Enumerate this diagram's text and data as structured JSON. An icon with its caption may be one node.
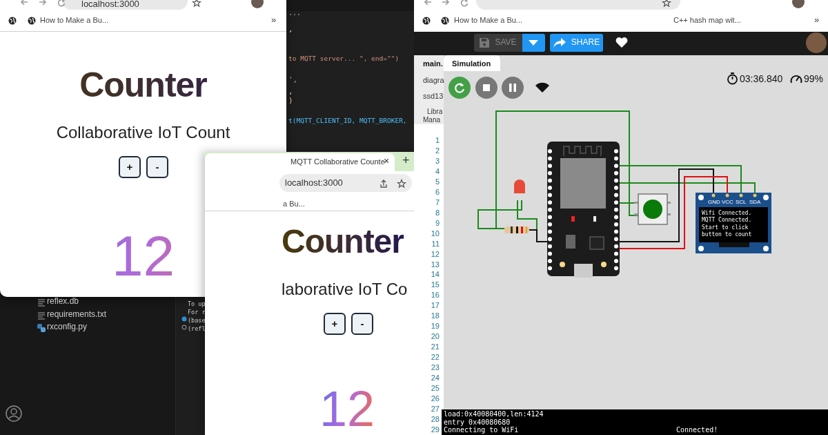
{
  "diagram": {
    "labels": [
      "localhost:3000",
      "How to Make a Bu...",
      "»",
      "Counter",
      "Collaborative IoT Count",
      "+",
      "-",
      "12",
      "...",
      ",",
      "to MQTT server... \", end=\"\")",
      "',",
      ",",
      ")",
      "t(MQTT_CLIENT_ID, MQTT_BROKER,",
      "MQTT Collaborative Counte",
      "×",
      "+",
      "localhost:3000",
      "a Bu...",
      "Counter",
      "laborative IoT Co",
      "+",
      "-",
      "12",
      "reflex.db",
      "requirements.txt",
      "rxconfig.py",
      "To up",
      "For r",
      "(base",
      "(refl",
      "How to Make a Bu...",
      "C++ hash map wit...",
      "»",
      "SAVE",
      "SHARE",
      "main.",
      "Simulation",
      "diagra",
      "ssd13",
      "Libra",
      "Mana",
      "03:36.840",
      "99%",
      "1",
      "2",
      "3",
      "4",
      "5",
      "6",
      "7",
      "8",
      "9",
      "10",
      "11",
      "12",
      "13",
      "14",
      "15",
      "16",
      "17",
      "18",
      "19",
      "20",
      "21",
      "22",
      "23",
      "24",
      "25",
      "26",
      "27",
      "28",
      "29",
      "Wifi Connected. MQTT Connected. Start to click button to count",
      "GND",
      "VCC",
      "SCL",
      "SDA",
      "load:0x40080400,len:4124",
      "entry 0x40080680",
      "Connecting to WiFi",
      "Connected!"
    ]
  }
}
